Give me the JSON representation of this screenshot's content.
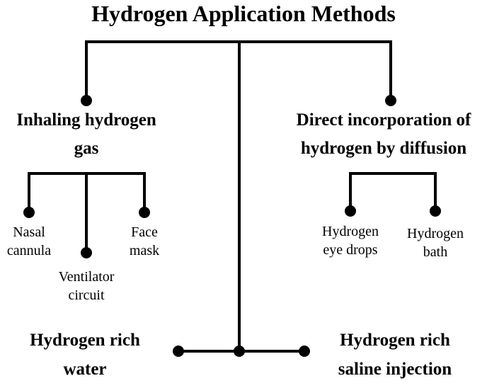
{
  "title": "Hydrogen Application Methods",
  "branches": {
    "inhalation": {
      "title_line1": "Inhaling hydrogen",
      "title_line2": "gas",
      "items": {
        "nasal_cannula": [
          "Nasal",
          "cannula"
        ],
        "ventilator_circuit": [
          "Ventilator",
          "circuit"
        ],
        "face_mask": [
          "Face",
          "mask"
        ]
      }
    },
    "diffusion": {
      "title_line1": "Direct incorporation of",
      "title_line2": "hydrogen by diffusion",
      "items": {
        "eye_drops": [
          "Hydrogen",
          "eye drops"
        ],
        "bath": [
          "Hydrogen",
          "bath"
        ]
      }
    },
    "rich_water": {
      "line1": "Hydrogen rich",
      "line2": "water"
    },
    "saline_injection": {
      "line1": "Hydrogen rich",
      "line2": "saline injection"
    }
  },
  "colors": {
    "line": "#000000",
    "text": "#000000",
    "background": "#ffffff"
  }
}
